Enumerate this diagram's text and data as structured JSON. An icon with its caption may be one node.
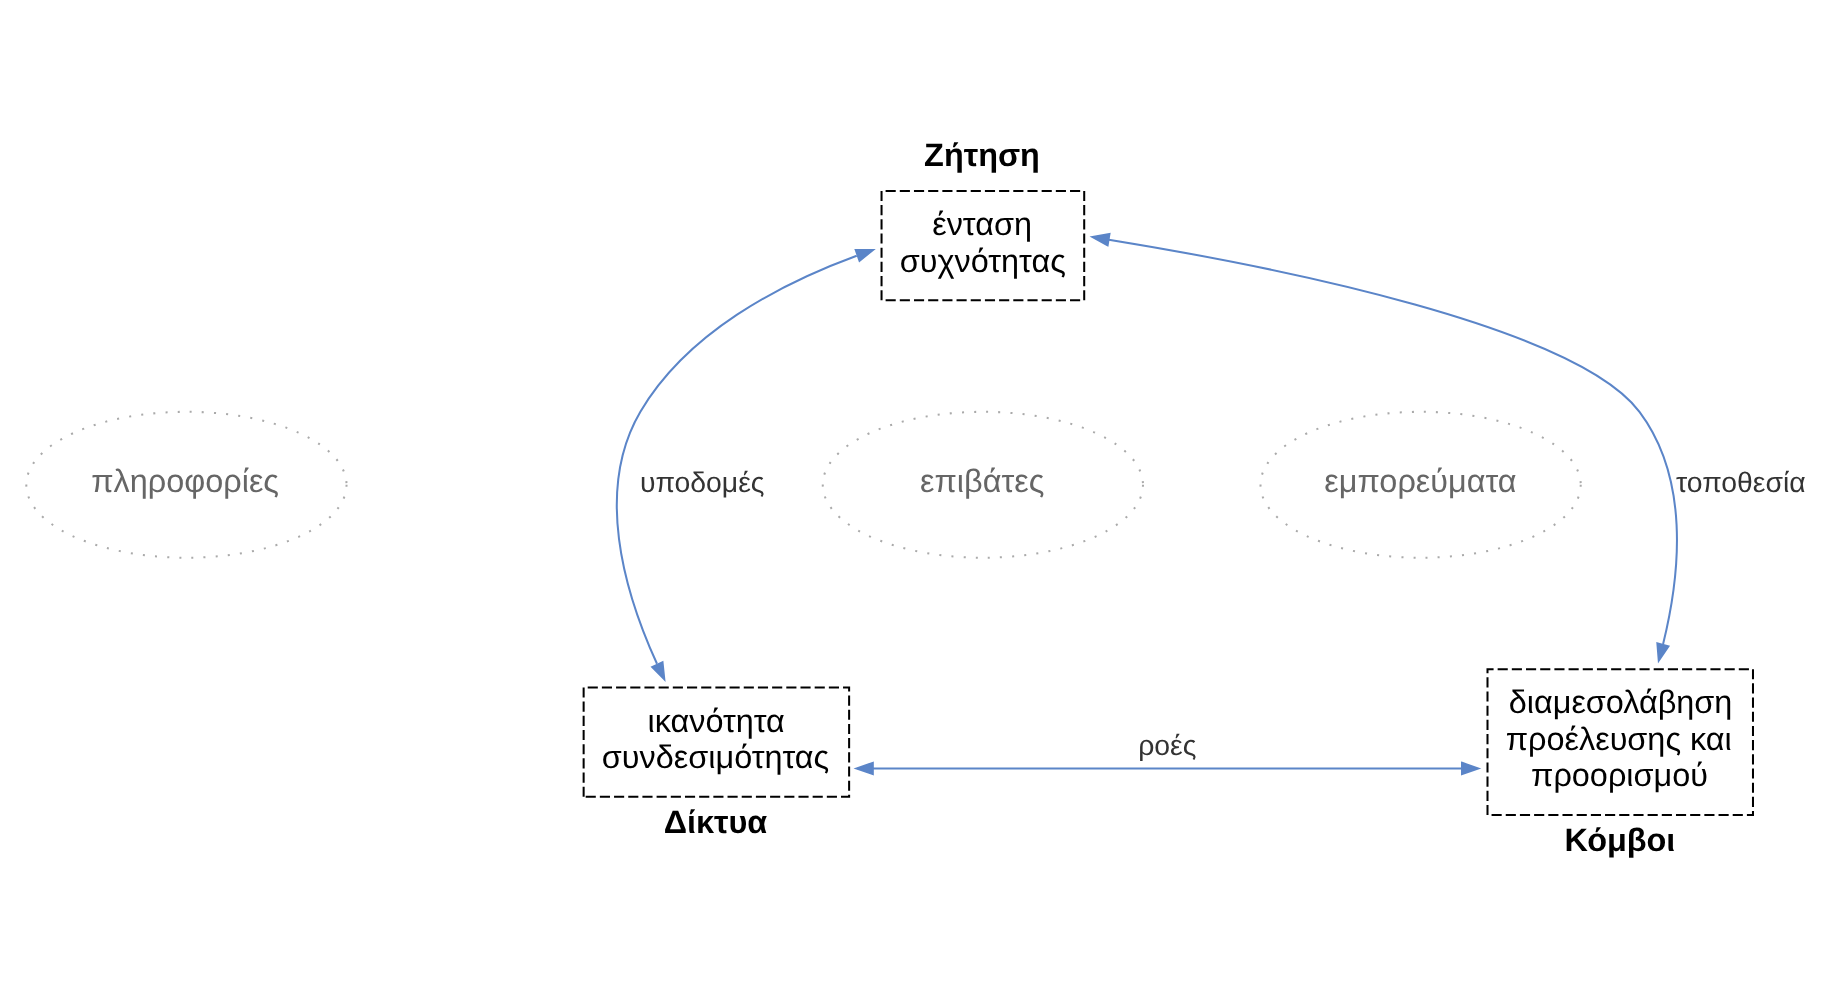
{
  "diagram": {
    "nodes": [
      {
        "text": [
          "Ζήτηση",
          "ένταση συχνότητας"
        ]
      },
      {
        "text": [
          "πληροφορίες"
        ]
      },
      {
        "text": [
          "επιβάτες"
        ]
      },
      {
        "text": [
          "εμπορεύματα"
        ]
      },
      {
        "text": [
          "ικανότητα συνδεσιμότητας",
          "Δίκτυα"
        ]
      },
      {
        "text": [
          "διαμεσολάβηση προέλευσης και προορισμού",
          "Κόμβοι"
        ]
      }
    ],
    "edges": [
      {
        "from": 0,
        "to": 4,
        "arrow": "both",
        "label": "υποδομές"
      },
      {
        "from": 0,
        "to": 5,
        "arrow": "both",
        "label": "τοποθεσία"
      },
      {
        "from": 4,
        "to": 5,
        "arrow": "both",
        "label": "ροές"
      }
    ]
  }
}
